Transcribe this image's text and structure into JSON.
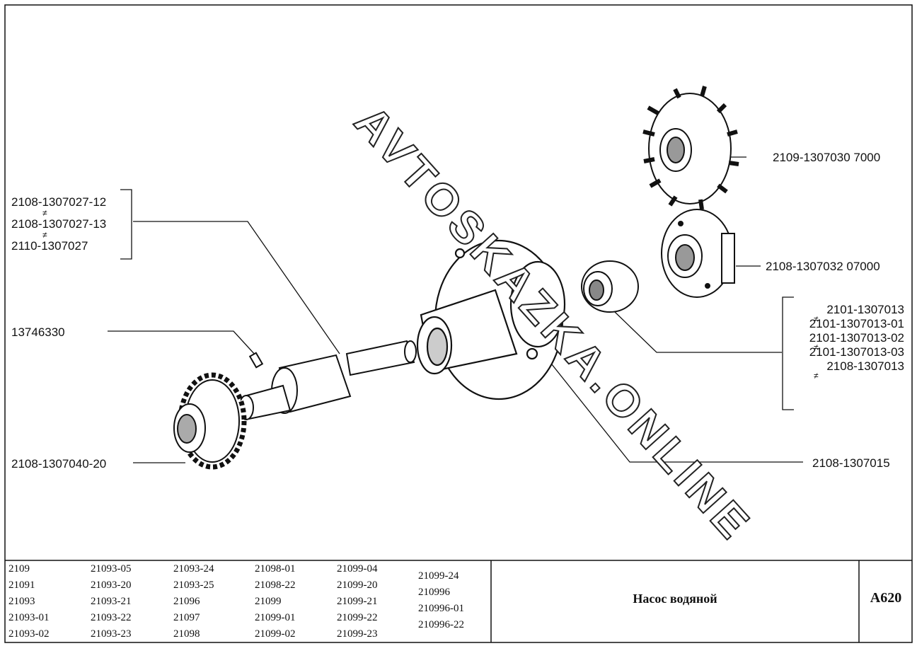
{
  "parts": {
    "impeller": "2109-1307030  7000",
    "impeller_alt": "2108-1307032  07000",
    "seal": [
      "2101-1307013",
      "2101-1307013-01",
      "2101-1307013-02",
      "2101-1307013-03",
      "2108-1307013"
    ],
    "bearing": [
      "2108-1307027-12",
      "2108-1307027-13",
      "2110-1307027"
    ],
    "screw": "13746330",
    "housing": "2108-1307015",
    "pulley": "2108-1307040-20",
    "interchange_symbol": "≠"
  },
  "watermark": "AVTOSKAZKA.ONLINE",
  "title_block": {
    "models": [
      [
        "2109",
        "21091",
        "21093",
        "21093-01",
        "21093-02"
      ],
      [
        "21093-05",
        "21093-20",
        "21093-21",
        "21093-22",
        "21093-23"
      ],
      [
        "21093-24",
        "21093-25",
        "21096",
        "21097",
        "21098"
      ],
      [
        "21098-01",
        "21098-22",
        "21099",
        "21099-01",
        "21099-02"
      ],
      [
        "21099-04",
        "21099-20",
        "21099-21",
        "21099-22",
        "21099-23"
      ],
      [
        "21099-24",
        "210996",
        "210996-01",
        "210996-22"
      ]
    ],
    "title": "Насос водяной",
    "code": "A620"
  }
}
